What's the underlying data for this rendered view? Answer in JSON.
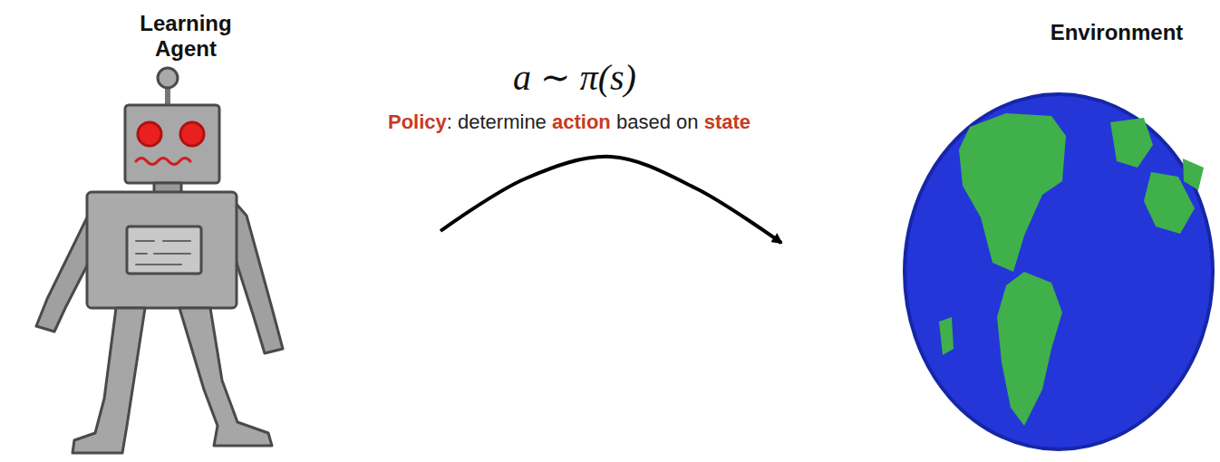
{
  "diagram": {
    "nodes": [
      {
        "text": [
          "Learning Agent"
        ]
      },
      {
        "text": [
          "Environment"
        ]
      }
    ],
    "edges": [
      {
        "from": 0,
        "to": 1,
        "arrow": "to",
        "label": "a ∼ π(s)"
      }
    ],
    "labels": [
      "Policy",
      ": determine",
      "action",
      "based on",
      "state"
    ]
  }
}
